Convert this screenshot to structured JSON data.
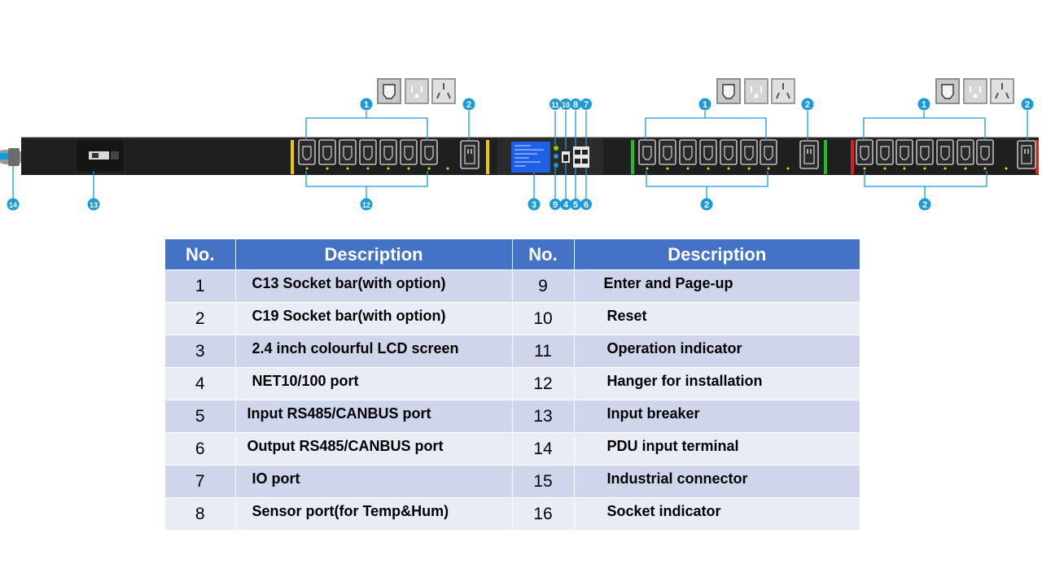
{
  "callouts": {
    "c1": "1",
    "c2": "2",
    "c3": "3",
    "c4": "4",
    "c5": "5",
    "c6": "6",
    "c7": "7",
    "c8": "8",
    "c9": "9",
    "c10": "10",
    "c11": "11",
    "c12": "12",
    "c13": "13",
    "c14": "14"
  },
  "colors": {
    "header_bg": "#4472c4",
    "row_odd": "#cfd5ea",
    "row_even": "#e9ebf5",
    "callout": "#1a9ad6",
    "pdu_body": "#1f1f1f",
    "bar_yellow": "#f0c800",
    "bar_green": "#1fbf2a",
    "bar_red": "#e01e1e",
    "lcd": "#1e5fe6"
  },
  "table": {
    "headers": [
      "No.",
      "Description",
      "No.",
      "Description"
    ],
    "rows": [
      {
        "no_left": "1",
        "desc_left": "C13 Socket bar(with option)",
        "no_right": "9",
        "desc_right": "Enter and Page-up"
      },
      {
        "no_left": "2",
        "desc_left": "C19 Socket bar(with option)",
        "no_right": "10",
        "desc_right": "Reset"
      },
      {
        "no_left": "3",
        "desc_left": "2.4 inch colourful LCD screen",
        "no_right": "11",
        "desc_right": "Operation indicator"
      },
      {
        "no_left": "4",
        "desc_left": "NET10/100 port",
        "no_right": "12",
        "desc_right": "Hanger for installation"
      },
      {
        "no_left": "5",
        "desc_left": "Input RS485/CANBUS port",
        "no_right": "13",
        "desc_right": "Input breaker"
      },
      {
        "no_left": "6",
        "desc_left": "Output RS485/CANBUS port",
        "no_right": "14",
        "desc_right": "PDU input terminal"
      },
      {
        "no_left": "7",
        "desc_left": "IO port",
        "no_right": "15",
        "desc_right": "Industrial connector"
      },
      {
        "no_left": "8",
        "desc_left": "Sensor port(for Temp&Hum)",
        "no_right": "16",
        "desc_right": "Socket indicator"
      }
    ]
  }
}
